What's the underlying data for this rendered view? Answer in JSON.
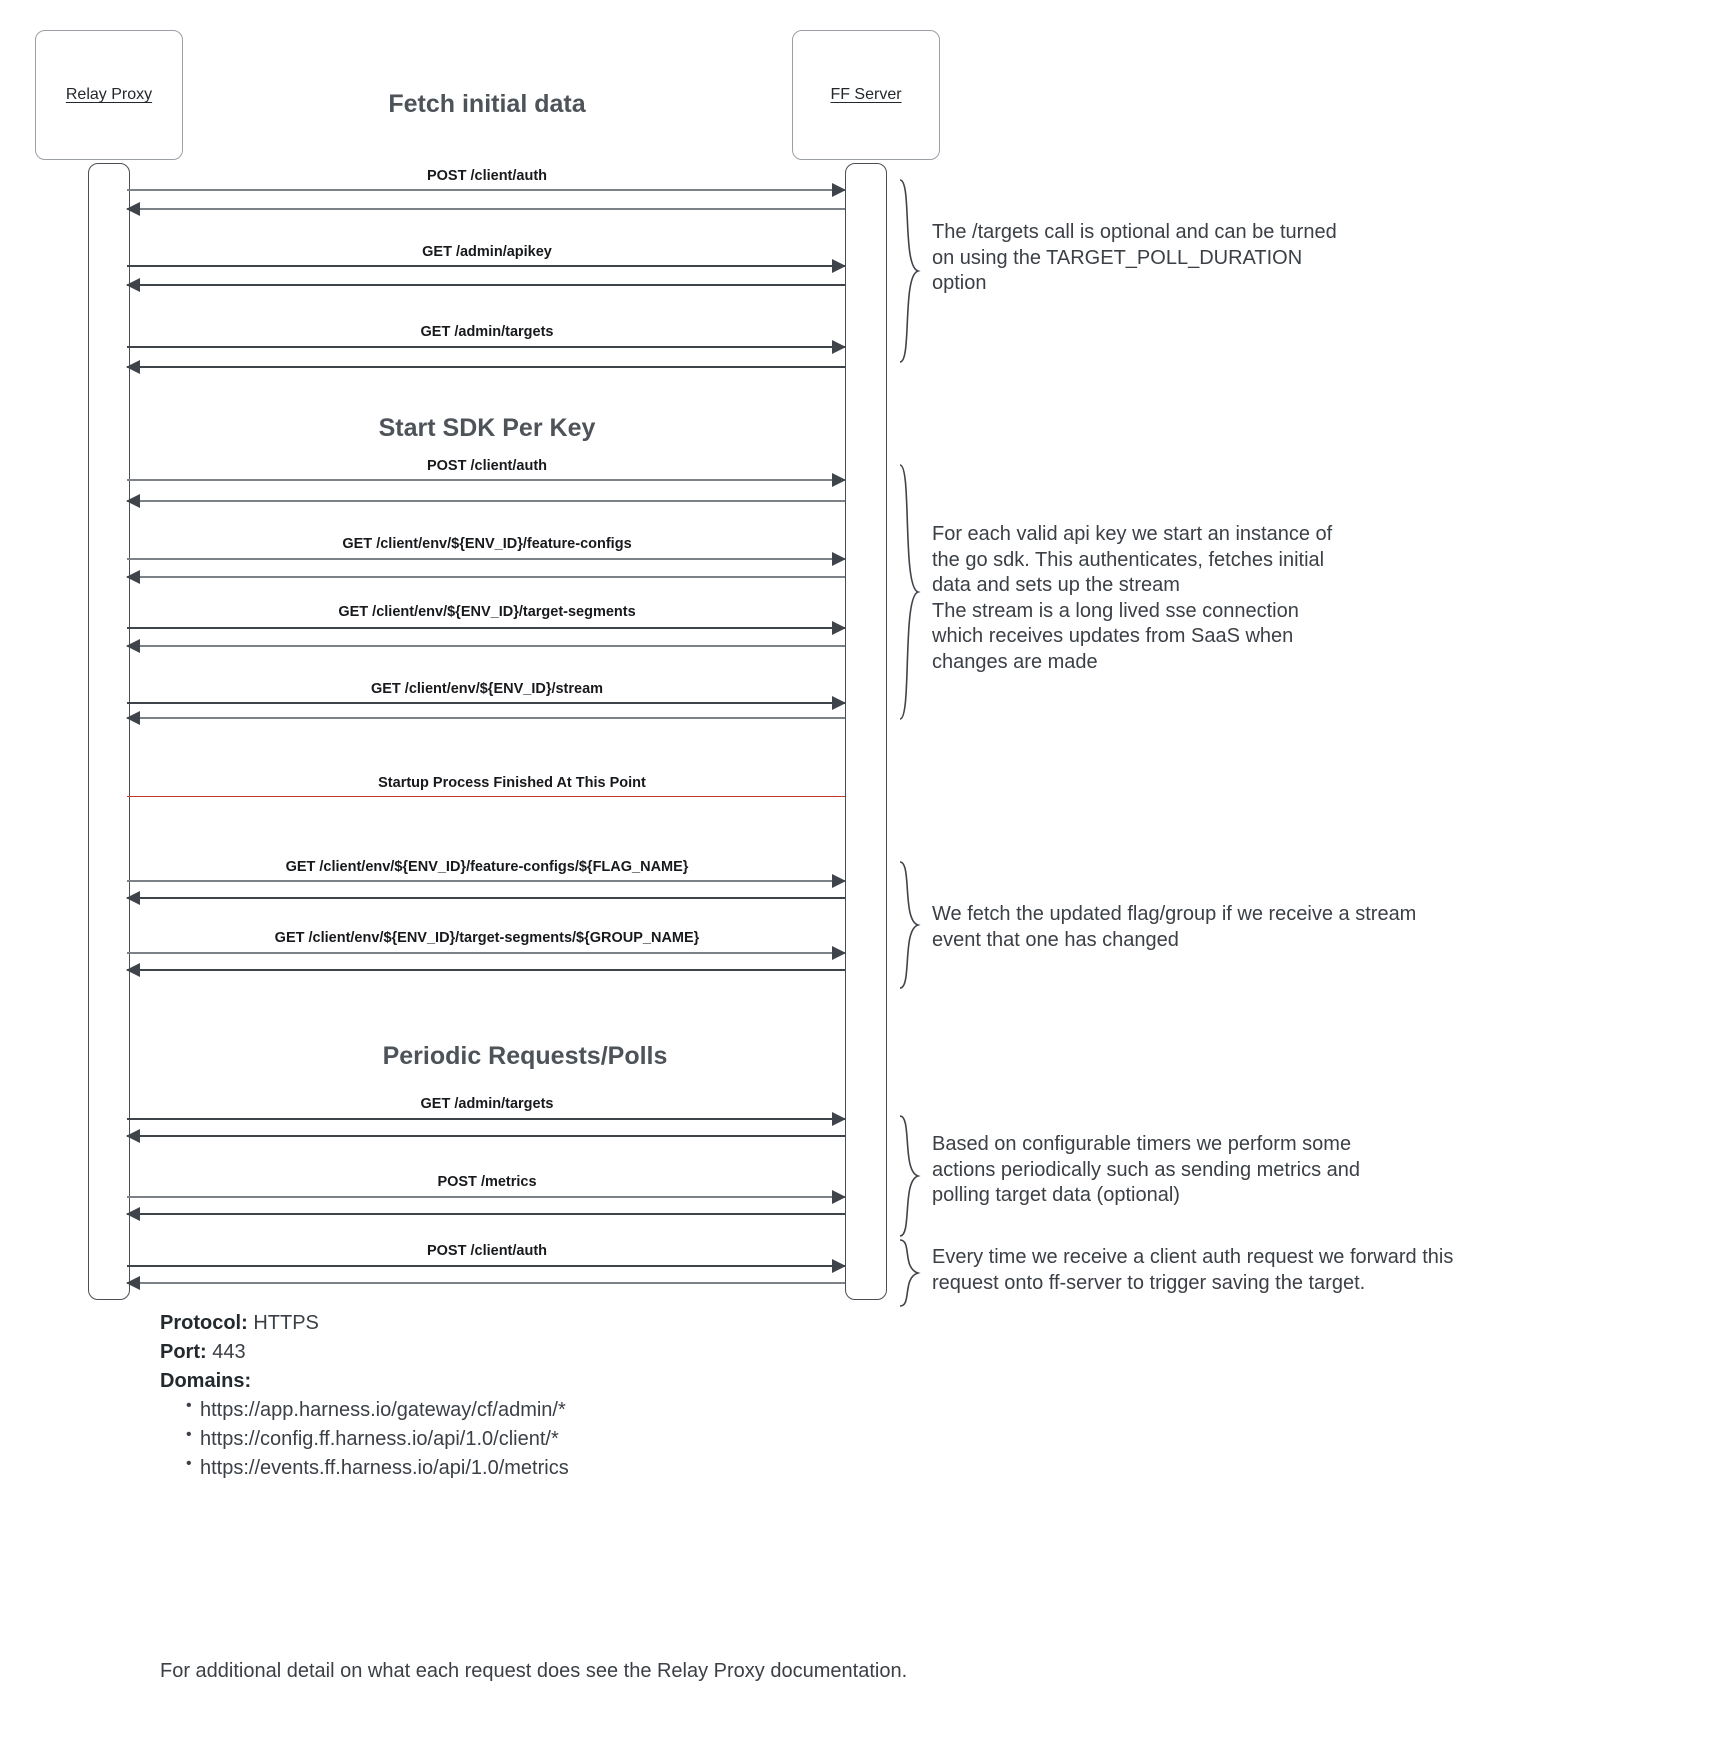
{
  "diagram": {
    "type": "sequence-diagram",
    "participants": [
      {
        "id": "relay-proxy",
        "label": "Relay Proxy"
      },
      {
        "id": "ff-server",
        "label": "FF Server"
      }
    ],
    "sections": [
      {
        "id": "fetch-initial-data",
        "title": "Fetch initial data",
        "messages": [
          {
            "label": "POST /client/auth",
            "from": "relay-proxy",
            "to": "ff-server",
            "reply": true
          },
          {
            "label": "GET /admin/apikey",
            "from": "relay-proxy",
            "to": "ff-server",
            "reply": true
          },
          {
            "label": "GET /admin/targets",
            "from": "relay-proxy",
            "to": "ff-server",
            "reply": true
          }
        ],
        "annotation": "The /targets call is optional and can be turned on using the TARGET_POLL_DURATION option"
      },
      {
        "id": "start-sdk-per-key",
        "title": "Start SDK Per Key",
        "messages": [
          {
            "label": "POST /client/auth",
            "from": "relay-proxy",
            "to": "ff-server",
            "reply": true
          },
          {
            "label": "GET /client/env/${ENV_ID}/feature-configs",
            "from": "relay-proxy",
            "to": "ff-server",
            "reply": true
          },
          {
            "label": "GET /client/env/${ENV_ID}/target-segments",
            "from": "relay-proxy",
            "to": "ff-server",
            "reply": true
          },
          {
            "label": "GET /client/env/${ENV_ID}/stream",
            "from": "relay-proxy",
            "to": "ff-server",
            "reply": true
          }
        ],
        "annotation": "For each valid api key we start an instance of the go sdk. This authenticates, fetches initial data and sets up the stream\nThe stream is a long lived sse connection which receives updates from SaaS when changes are made"
      },
      {
        "id": "stream-updates",
        "title": "",
        "divider": "Startup Process Finished At This Point",
        "messages": [
          {
            "label": "GET /client/env/${ENV_ID}/feature-configs/${FLAG_NAME}",
            "from": "relay-proxy",
            "to": "ff-server",
            "reply": true
          },
          {
            "label": "GET /client/env/${ENV_ID}/target-segments/${GROUP_NAME}",
            "from": "relay-proxy",
            "to": "ff-server",
            "reply": true
          }
        ],
        "annotation": "We fetch the updated flag/group if we receive a stream event that one has changed"
      },
      {
        "id": "periodic-requests",
        "title": "Periodic Requests/Polls",
        "messages": [
          {
            "label": "GET /admin/targets",
            "from": "relay-proxy",
            "to": "ff-server",
            "reply": true
          },
          {
            "label": "POST /metrics",
            "from": "relay-proxy",
            "to": "ff-server",
            "reply": true
          }
        ],
        "annotation": "Based on configurable timers we perform some actions periodically such as sending metrics and polling target data (optional)"
      },
      {
        "id": "client-auth-forward",
        "title": "",
        "messages": [
          {
            "label": "POST /client/auth",
            "from": "relay-proxy",
            "to": "ff-server",
            "reply": true
          }
        ],
        "annotation": "Every time we receive a client auth request we forward this request onto ff-server to trigger saving the target."
      }
    ]
  },
  "labels": {
    "title_fetch": "Fetch initial data",
    "title_sdk": "Start SDK Per Key",
    "title_periodic": "Periodic Requests/Polls",
    "divider_startup": "Startup Process Finished At This Point",
    "m1": "POST /client/auth",
    "m2": "GET /admin/apikey",
    "m3": "GET /admin/targets",
    "m4": "POST /client/auth",
    "m5": "GET /client/env/${ENV_ID}/feature-configs",
    "m6": "GET /client/env/${ENV_ID}/target-segments",
    "m7": "GET /client/env/${ENV_ID}/stream",
    "m8": "GET /client/env/${ENV_ID}/feature-configs/${FLAG_NAME}",
    "m9": "GET /client/env/${ENV_ID}/target-segments/${GROUP_NAME}",
    "m10": "GET /admin/targets",
    "m11": "POST /metrics",
    "m12": "POST /client/auth",
    "actor_left": "Relay Proxy",
    "actor_right": "FF Server",
    "annot1": "The /targets call is optional and can be turned on using the TARGET_POLL_DURATION option",
    "annot2": "For each valid api key we start an instance of the go sdk. This authenticates, fetches initial data and sets up the stream\nThe stream is a long lived sse connection which receives updates from SaaS when changes are made",
    "annot3": "We fetch the updated flag/group if we receive a stream event that one has changed",
    "annot4": "Based on configurable timers we perform some actions periodically such as sending metrics and polling target data (optional)",
    "annot5": "Every time we receive a client auth request we forward this request onto ff-server to trigger saving the target."
  },
  "footer": {
    "protocol_key": "Protocol:",
    "protocol_value": "HTTPS",
    "port_key": "Port:",
    "port_value": "443",
    "domains_key": "Domains:",
    "domains": [
      "https://app.harness.io/gateway/cf/admin/*",
      "https://config.ff.harness.io/api/1.0/client/*",
      "https://events.ff.harness.io/api/1.0/metrics"
    ],
    "note": "For additional detail on what each request does see the Relay Proxy documentation."
  },
  "colors": {
    "divider_red": "#c0392b",
    "line_dark": "#3f444a",
    "line_light": "#7c8287",
    "text_dark": "#17191c",
    "text_body": "#3b4046",
    "title_gray": "#4d5359"
  }
}
